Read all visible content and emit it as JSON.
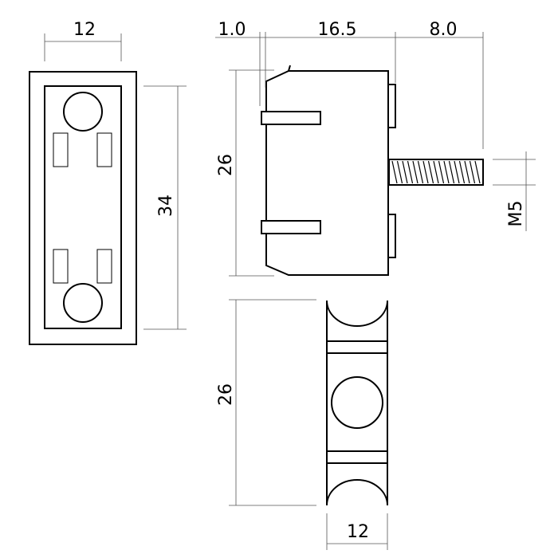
{
  "dimensions": {
    "front_width": "12",
    "front_height": "34",
    "side_offset": "1.0",
    "side_body_length": "16.5",
    "side_stud_length": "8.0",
    "side_height": "26",
    "stud_thread": "M5",
    "bottom_height": "26",
    "bottom_width": "12"
  }
}
